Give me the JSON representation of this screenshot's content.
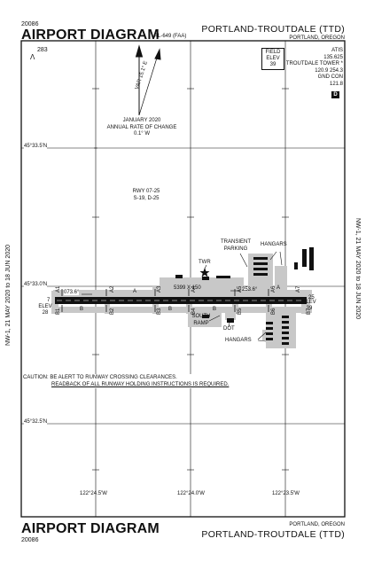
{
  "header": {
    "chart_number": "20086",
    "title": "AIRPORT DIAGRAM",
    "procedure": "AL-649 (FAA)",
    "airport_name": "PORTLAND-TROUTDALE (TTD)",
    "location": "PORTLAND, OREGON"
  },
  "footer": {
    "chart_number": "20086",
    "title": "AIRPORT DIAGRAM",
    "airport_name": "PORTLAND-TROUTDALE (TTD)",
    "location": "PORTLAND, OREGON"
  },
  "side_text": {
    "left": "NW-1, 21 MAY 2020  to  18 JUN 2020",
    "right": "NW-1, 21 MAY 2020  to  18 JUN 2020"
  },
  "field_elev": {
    "label1": "FIELD",
    "label2": "ELEV",
    "value": "39"
  },
  "frequencies": [
    {
      "label": "ATIS",
      "value": "135.625"
    },
    {
      "label": "TROUTDALE TOWER *",
      "value": "120.9  254.3"
    },
    {
      "label": "GND CON",
      "value": "121.8"
    }
  ],
  "d_badge": "D",
  "obstacle": {
    "symbol": "Λ",
    "elev": "283"
  },
  "magvar": {
    "var_text": "VAR 15.1° E",
    "date": "JANUARY 2020",
    "rate_label": "ANNUAL RATE OF CHANGE",
    "rate": "0.1° W"
  },
  "latitudes": [
    "45°33.5'N",
    "45°33.0'N",
    "45°32.5'N"
  ],
  "longitudes": [
    "122°24.5'W",
    "122°24.0'W",
    "122°23.5'W"
  ],
  "runway": {
    "designation": "RWY 07-25",
    "strength": "S-19, D-25",
    "end_west": "7",
    "end_east": "25",
    "dimensions": "5399 X 150",
    "heading_west": "073.6°",
    "heading_east": "253.6°",
    "elev_west_label": "ELEV",
    "elev_west": "28",
    "elev_east_label": "ELEV",
    "elev_east": "39"
  },
  "labels": {
    "transient1": "TRANSIENT",
    "transient2": "PARKING",
    "hangars_north": "HANGARS",
    "tower": "TWR",
    "south_ramp1": "SOUTH",
    "south_ramp2": "RAMP",
    "dot": "DOT",
    "hangars_south": "HANGARS"
  },
  "taxiways": [
    "A1",
    "A2",
    "A3",
    "A4",
    "A5",
    "A6",
    "A7",
    "B1",
    "B2",
    "B3",
    "B4",
    "B5",
    "B6",
    "B7",
    "B",
    "B",
    "B",
    "A",
    "A"
  ],
  "caution": {
    "line1": "CAUTION: BE ALERT TO RUNWAY CROSSING CLEARANCES.",
    "line2": "READBACK OF ALL RUNWAY HOLDING INSTRUCTIONS IS REQUIRED."
  }
}
